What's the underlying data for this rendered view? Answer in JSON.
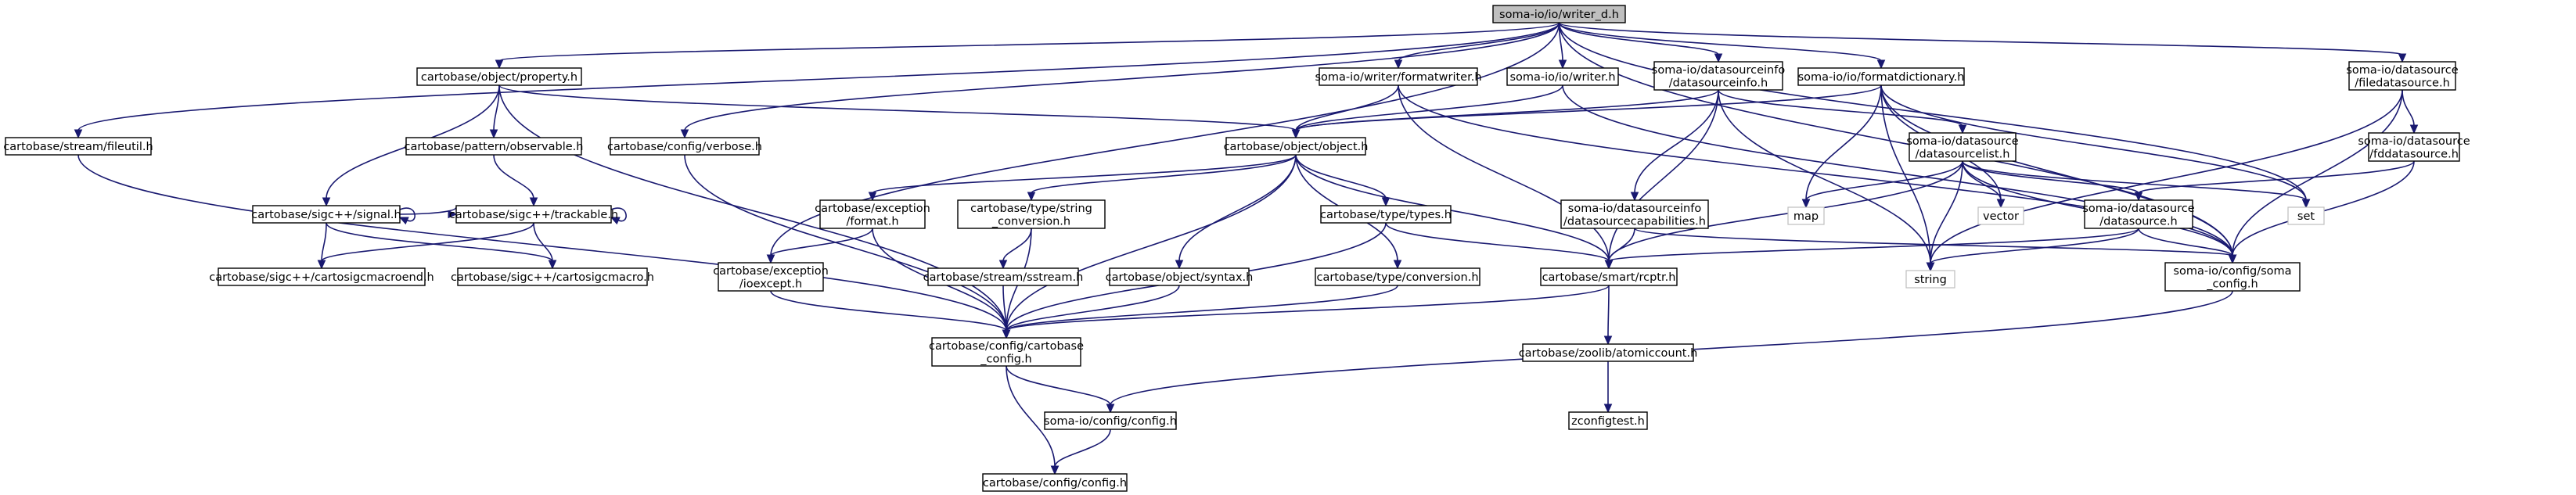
{
  "nodes": [
    {
      "id": "root",
      "lines": [
        "soma-io/io/writer_d.h"
      ],
      "kind": "root"
    },
    {
      "id": "fileutil",
      "lines": [
        "cartobase/stream/fileutil.h"
      ]
    },
    {
      "id": "property",
      "lines": [
        "cartobase/object/property.h"
      ]
    },
    {
      "id": "verbose",
      "lines": [
        "cartobase/config/verbose.h"
      ]
    },
    {
      "id": "formatwriter",
      "lines": [
        "soma-io/writer/formatwriter.h"
      ]
    },
    {
      "id": "writer",
      "lines": [
        "soma-io/io/writer.h"
      ]
    },
    {
      "id": "dsinfo",
      "lines": [
        "soma-io/datasourceinfo",
        "/datasourceinfo.h"
      ]
    },
    {
      "id": "formatdict",
      "lines": [
        "soma-io/io/formatdictionary.h"
      ]
    },
    {
      "id": "filedatasource",
      "lines": [
        "soma-io/datasource",
        "/filedatasource.h"
      ]
    },
    {
      "id": "observable",
      "lines": [
        "cartobase/pattern/observable.h"
      ]
    },
    {
      "id": "object",
      "lines": [
        "cartobase/object/object.h"
      ]
    },
    {
      "id": "fddatasource",
      "lines": [
        "soma-io/datasource",
        "/fddatasource.h"
      ]
    },
    {
      "id": "dslist",
      "lines": [
        "soma-io/datasource",
        "/datasourcelist.h"
      ]
    },
    {
      "id": "signal",
      "lines": [
        "cartobase/sigc++/signal.h"
      ]
    },
    {
      "id": "trackable",
      "lines": [
        "cartobase/sigc++/trackable.h"
      ]
    },
    {
      "id": "excformat",
      "lines": [
        "cartobase/exception",
        "/format.h"
      ]
    },
    {
      "id": "stringconv",
      "lines": [
        "cartobase/type/string",
        "_conversion.h"
      ]
    },
    {
      "id": "types",
      "lines": [
        "cartobase/type/types.h"
      ]
    },
    {
      "id": "dscaps",
      "lines": [
        "soma-io/datasourceinfo",
        "/datasourcecapabilities.h"
      ]
    },
    {
      "id": "map",
      "lines": [
        "map"
      ],
      "kind": "ext"
    },
    {
      "id": "vector",
      "lines": [
        "vector"
      ],
      "kind": "ext"
    },
    {
      "id": "datasource",
      "lines": [
        "soma-io/datasource",
        "/datasource.h"
      ]
    },
    {
      "id": "set",
      "lines": [
        "set"
      ],
      "kind": "ext"
    },
    {
      "id": "macroend",
      "lines": [
        "cartobase/sigc++/cartosigcmacroend.h"
      ]
    },
    {
      "id": "macro",
      "lines": [
        "cartobase/sigc++/cartosigcmacro.h"
      ]
    },
    {
      "id": "ioexcept",
      "lines": [
        "cartobase/exception",
        "/ioexcept.h"
      ]
    },
    {
      "id": "sstream",
      "lines": [
        "cartobase/stream/sstream.h"
      ]
    },
    {
      "id": "syntax",
      "lines": [
        "cartobase/object/syntax.h"
      ]
    },
    {
      "id": "conversion",
      "lines": [
        "cartobase/type/conversion.h"
      ]
    },
    {
      "id": "rcptr",
      "lines": [
        "cartobase/smart/rcptr.h"
      ]
    },
    {
      "id": "string",
      "lines": [
        "string"
      ],
      "kind": "ext"
    },
    {
      "id": "somaconfig",
      "lines": [
        "soma-io/config/soma",
        "_config.h"
      ]
    },
    {
      "id": "cbconfig",
      "lines": [
        "cartobase/config/cartobase",
        "_config.h"
      ]
    },
    {
      "id": "atomic",
      "lines": [
        "cartobase/zoolib/atomiccount.h"
      ]
    },
    {
      "id": "somaioconfig",
      "lines": [
        "soma-io/config/config.h"
      ]
    },
    {
      "id": "zconfig",
      "lines": [
        "zconfigtest.h"
      ]
    },
    {
      "id": "cbconfigh",
      "lines": [
        "cartobase/config/config.h"
      ]
    }
  ],
  "edges": [
    [
      "root",
      "fileutil"
    ],
    [
      "root",
      "property"
    ],
    [
      "root",
      "verbose"
    ],
    [
      "root",
      "formatwriter"
    ],
    [
      "root",
      "writer"
    ],
    [
      "root",
      "dsinfo"
    ],
    [
      "root",
      "formatdict"
    ],
    [
      "root",
      "filedatasource"
    ],
    [
      "root",
      "ioexcept"
    ],
    [
      "root",
      "somaconfig"
    ],
    [
      "root",
      "set"
    ],
    [
      "fileutil",
      "cbconfig"
    ],
    [
      "property",
      "observable"
    ],
    [
      "property",
      "object"
    ],
    [
      "property",
      "signal"
    ],
    [
      "property",
      "cbconfig"
    ],
    [
      "verbose",
      "cbconfig"
    ],
    [
      "formatwriter",
      "object"
    ],
    [
      "formatwriter",
      "rcptr"
    ],
    [
      "formatwriter",
      "somaconfig"
    ],
    [
      "writer",
      "object"
    ],
    [
      "writer",
      "somaconfig"
    ],
    [
      "dsinfo",
      "object"
    ],
    [
      "dsinfo",
      "dslist"
    ],
    [
      "dsinfo",
      "dscaps"
    ],
    [
      "dsinfo",
      "rcptr"
    ],
    [
      "dsinfo",
      "string"
    ],
    [
      "formatdict",
      "object"
    ],
    [
      "formatdict",
      "map"
    ],
    [
      "formatdict",
      "vector"
    ],
    [
      "formatdict",
      "set"
    ],
    [
      "formatdict",
      "string"
    ],
    [
      "formatdict",
      "somaconfig"
    ],
    [
      "filedatasource",
      "fddatasource"
    ],
    [
      "filedatasource",
      "string"
    ],
    [
      "filedatasource",
      "somaconfig"
    ],
    [
      "observable",
      "trackable"
    ],
    [
      "object",
      "excformat"
    ],
    [
      "object",
      "stringconv"
    ],
    [
      "object",
      "types"
    ],
    [
      "object",
      "syntax"
    ],
    [
      "object",
      "conversion"
    ],
    [
      "object",
      "rcptr"
    ],
    [
      "object",
      "cbconfig"
    ],
    [
      "fddatasource",
      "datasource"
    ],
    [
      "fddatasource",
      "somaconfig"
    ],
    [
      "dslist",
      "map"
    ],
    [
      "dslist",
      "vector"
    ],
    [
      "dslist",
      "set"
    ],
    [
      "dslist",
      "string"
    ],
    [
      "dslist",
      "datasource"
    ],
    [
      "dslist",
      "rcptr"
    ],
    [
      "dslist",
      "somaconfig"
    ],
    [
      "signal",
      "signal"
    ],
    [
      "signal",
      "trackable"
    ],
    [
      "signal",
      "macroend"
    ],
    [
      "signal",
      "macro"
    ],
    [
      "trackable",
      "trackable"
    ],
    [
      "trackable",
      "macroend"
    ],
    [
      "trackable",
      "macro"
    ],
    [
      "excformat",
      "ioexcept"
    ],
    [
      "excformat",
      "cbconfig"
    ],
    [
      "stringconv",
      "sstream"
    ],
    [
      "stringconv",
      "cbconfig"
    ],
    [
      "types",
      "rcptr"
    ],
    [
      "types",
      "cbconfig"
    ],
    [
      "dscaps",
      "rcptr"
    ],
    [
      "dscaps",
      "somaconfig"
    ],
    [
      "datasource",
      "rcptr"
    ],
    [
      "datasource",
      "string"
    ],
    [
      "datasource",
      "somaconfig"
    ],
    [
      "ioexcept",
      "cbconfig"
    ],
    [
      "sstream",
      "cbconfig"
    ],
    [
      "syntax",
      "cbconfig"
    ],
    [
      "conversion",
      "cbconfig"
    ],
    [
      "rcptr",
      "cbconfig"
    ],
    [
      "rcptr",
      "atomic"
    ],
    [
      "somaconfig",
      "somaioconfig"
    ],
    [
      "cbconfig",
      "somaioconfig"
    ],
    [
      "cbconfig",
      "cbconfigh"
    ],
    [
      "atomic",
      "zconfig"
    ],
    [
      "somaioconfig",
      "cbconfigh"
    ]
  ]
}
